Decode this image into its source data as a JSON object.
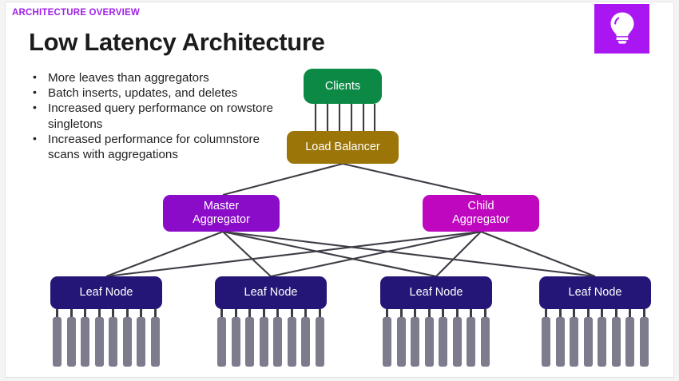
{
  "slide": {
    "eyebrow": "ARCHITECTURE OVERVIEW",
    "title": "Low Latency Architecture",
    "bullets": [
      "More leaves than aggregators",
      "Batch inserts, updates, and deletes",
      "Increased query performance on rowstore singletons",
      "Increased performance for columnstore scans with aggregations"
    ],
    "badge": {
      "icon": "lightbulb-icon",
      "color": "#A916F2"
    }
  },
  "diagram": {
    "nodes": {
      "clients": {
        "label": "Clients",
        "color": "#0C8A45"
      },
      "load_balancer": {
        "label": "Load Balancer",
        "color": "#9C7508"
      },
      "master_aggregator": {
        "label": "Master\nAggregator",
        "line1": "Master",
        "line2": "Aggregator",
        "color": "#8A0CC9"
      },
      "child_aggregator": {
        "label": "Child\nAggregator",
        "line1": "Child",
        "line2": "Aggregator",
        "color": "#BE07BE"
      }
    },
    "leaf_nodes": [
      {
        "label": "Leaf Node",
        "disks": 8
      },
      {
        "label": "Leaf Node",
        "disks": 8
      },
      {
        "label": "Leaf Node",
        "disks": 8
      },
      {
        "label": "Leaf Node",
        "disks": 8
      }
    ],
    "leaf_color": "#241677",
    "disk_color": "#7c7c8c",
    "link_color": "#3d3d46",
    "client_connector_count": 6
  }
}
